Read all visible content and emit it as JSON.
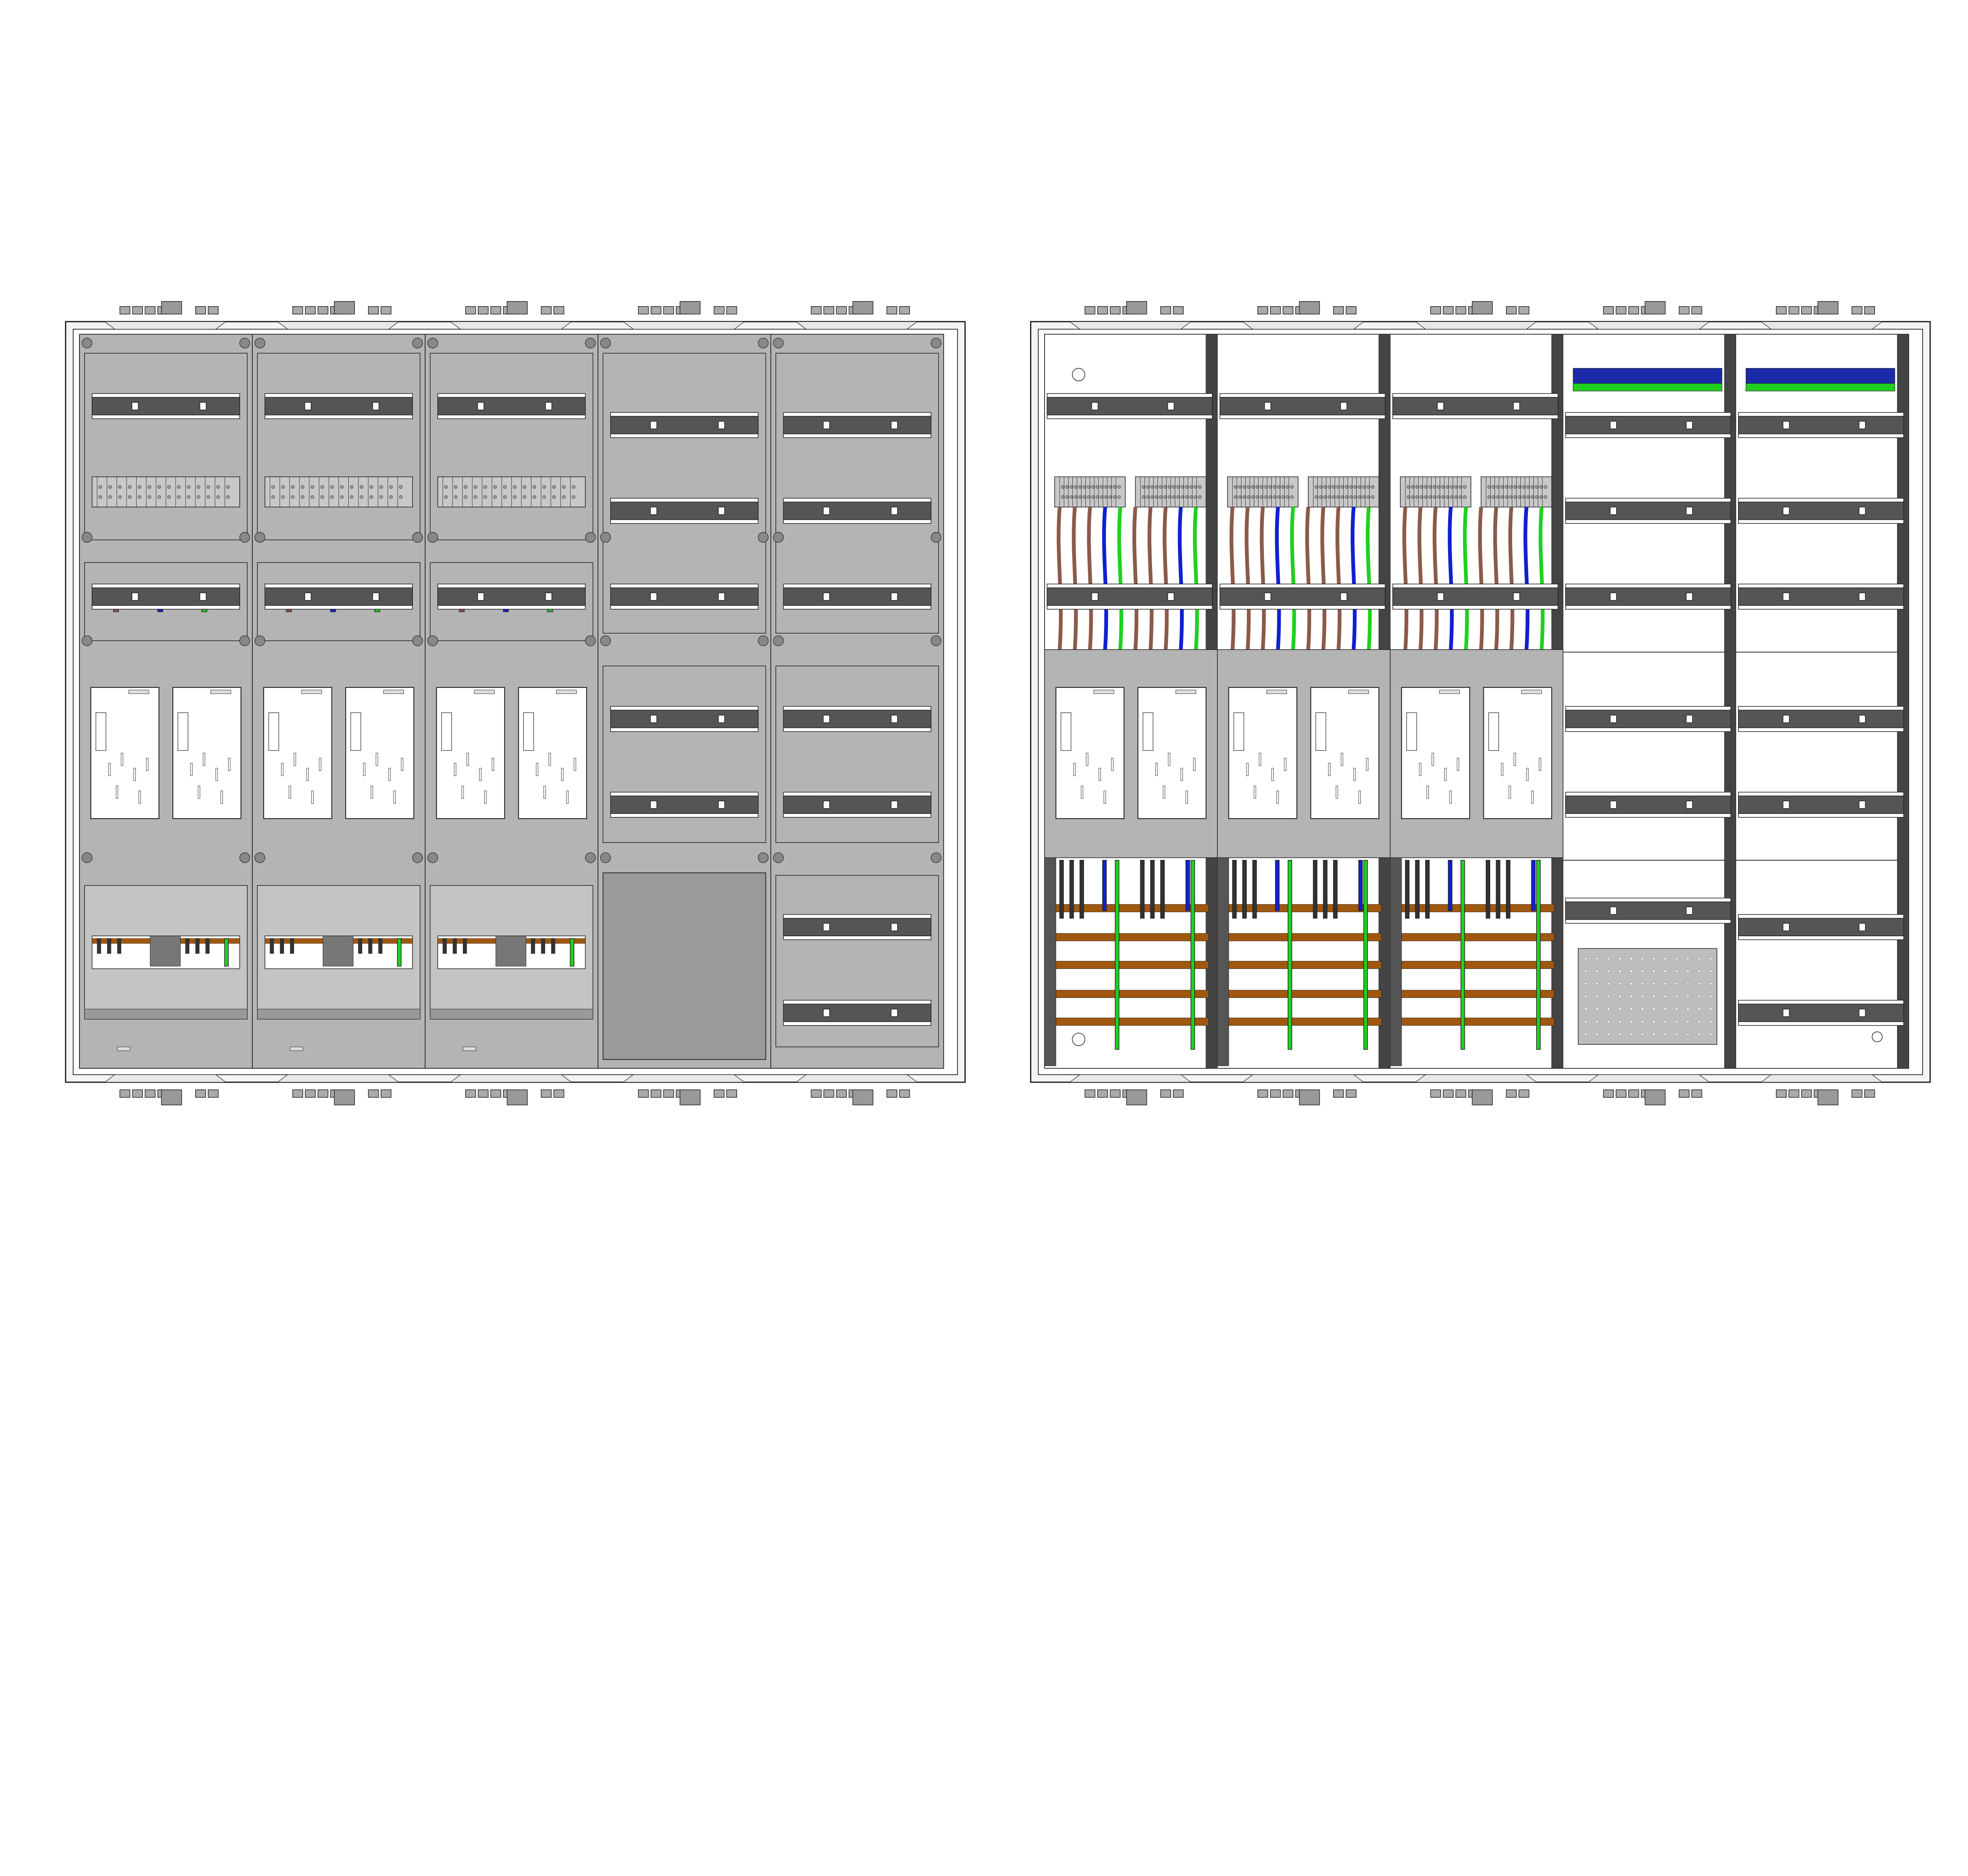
{
  "colors": {
    "panel": "#b4b4b4",
    "panel_dark": "#9a9a9a",
    "rail": "#555555",
    "rail_light": "#3c3c3c",
    "frame": "#f4f4f4",
    "line": "#222222",
    "phase": "#8b5a4a",
    "neutral": "#1020d0",
    "earth": "#20d020",
    "busbar": "#a0580f",
    "terminal": "#c8c8c8",
    "blue_block": "#1a2aa8"
  },
  "cabinets": [
    {
      "view": "front-with-covers",
      "columns": 5,
      "meter_columns": 3
    },
    {
      "view": "interior-without-covers",
      "columns": 5,
      "meter_columns": 3
    }
  ]
}
